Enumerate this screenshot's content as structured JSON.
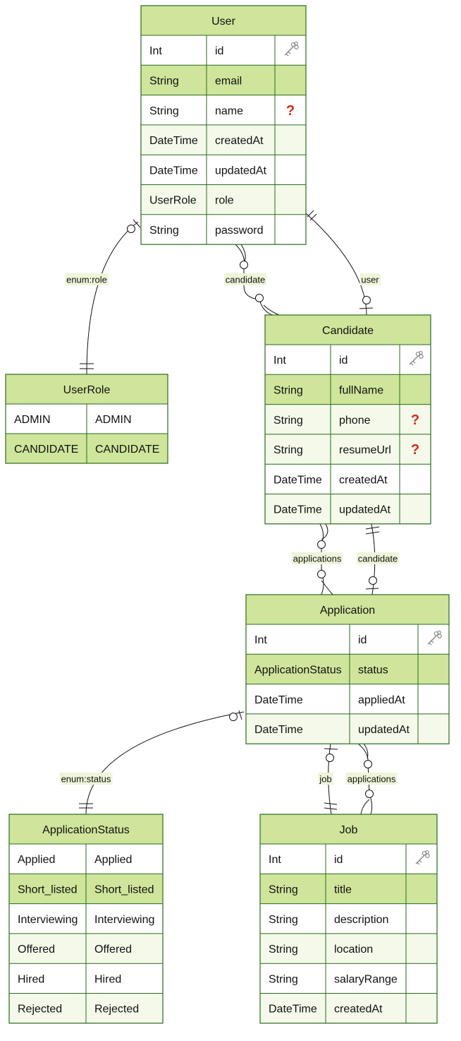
{
  "colors": {
    "header": "#cfe59b",
    "row_dark": "#cfe59b",
    "row_light": "#f4f9e9",
    "row_white": "#ffffff",
    "border": "#2a6a1e",
    "key_icon": "#888888",
    "question_icon": "#d4281f",
    "label_bg": "#eef5d9"
  },
  "entities": {
    "user": {
      "title": "User",
      "rows": [
        {
          "type": "Int",
          "name": "id",
          "icon": "key-icon"
        },
        {
          "type": "String",
          "name": "email",
          "icon": ""
        },
        {
          "type": "String",
          "name": "name",
          "icon": "question-icon"
        },
        {
          "type": "DateTime",
          "name": "createdAt",
          "icon": ""
        },
        {
          "type": "DateTime",
          "name": "updatedAt",
          "icon": ""
        },
        {
          "type": "UserRole",
          "name": "role",
          "icon": ""
        },
        {
          "type": "String",
          "name": "password",
          "icon": ""
        }
      ]
    },
    "userrole": {
      "title": "UserRole",
      "rows": [
        {
          "type": "ADMIN",
          "name": "ADMIN"
        },
        {
          "type": "CANDIDATE",
          "name": "CANDIDATE"
        }
      ]
    },
    "candidate": {
      "title": "Candidate",
      "rows": [
        {
          "type": "Int",
          "name": "id",
          "icon": "key-icon"
        },
        {
          "type": "String",
          "name": "fullName",
          "icon": ""
        },
        {
          "type": "String",
          "name": "phone",
          "icon": "question-icon"
        },
        {
          "type": "String",
          "name": "resumeUrl",
          "icon": "question-icon"
        },
        {
          "type": "DateTime",
          "name": "createdAt",
          "icon": ""
        },
        {
          "type": "DateTime",
          "name": "updatedAt",
          "icon": ""
        }
      ]
    },
    "application": {
      "title": "Application",
      "rows": [
        {
          "type": "Int",
          "name": "id",
          "icon": "key-icon"
        },
        {
          "type": "ApplicationStatus",
          "name": "status",
          "icon": ""
        },
        {
          "type": "DateTime",
          "name": "appliedAt",
          "icon": ""
        },
        {
          "type": "DateTime",
          "name": "updatedAt",
          "icon": ""
        }
      ]
    },
    "appstatus": {
      "title": "ApplicationStatus",
      "rows": [
        {
          "type": "Applied",
          "name": "Applied"
        },
        {
          "type": "Short_listed",
          "name": "Short_listed"
        },
        {
          "type": "Interviewing",
          "name": "Interviewing"
        },
        {
          "type": "Offered",
          "name": "Offered"
        },
        {
          "type": "Hired",
          "name": "Hired"
        },
        {
          "type": "Rejected",
          "name": "Rejected"
        }
      ]
    },
    "job": {
      "title": "Job",
      "rows": [
        {
          "type": "Int",
          "name": "id",
          "icon": "key-icon"
        },
        {
          "type": "String",
          "name": "title",
          "icon": ""
        },
        {
          "type": "String",
          "name": "description",
          "icon": ""
        },
        {
          "type": "String",
          "name": "location",
          "icon": ""
        },
        {
          "type": "String",
          "name": "salaryRange",
          "icon": ""
        },
        {
          "type": "DateTime",
          "name": "createdAt",
          "icon": ""
        }
      ]
    }
  },
  "relationships": [
    {
      "id": "user-userrole",
      "label": "enum:role"
    },
    {
      "id": "user-candidate-candidate",
      "label": "candidate"
    },
    {
      "id": "user-candidate-user",
      "label": "user"
    },
    {
      "id": "candidate-application-applications",
      "label": "applications"
    },
    {
      "id": "candidate-application-candidate",
      "label": "candidate"
    },
    {
      "id": "application-appstatus",
      "label": "enum:status"
    },
    {
      "id": "application-job-job",
      "label": "job"
    },
    {
      "id": "application-job-applications",
      "label": "applications"
    }
  ]
}
